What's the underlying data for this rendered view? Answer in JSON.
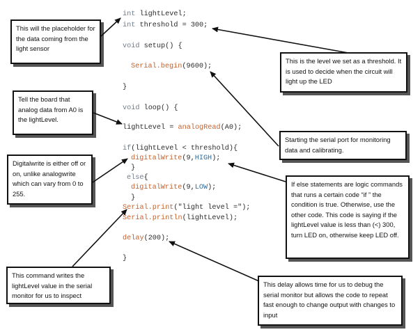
{
  "code": {
    "line_decl_light": {
      "type": "int",
      "rest": " lightLevel;"
    },
    "line_decl_threshold": {
      "type": "int",
      "rest": " threshold = 300;"
    },
    "line_setup": {
      "type": "void",
      "rest": " setup() {"
    },
    "line_serial_begin": {
      "fn": "Serial.begin",
      "rest": "(9600);"
    },
    "line_setup_close": "}",
    "line_loop": {
      "type": "void",
      "rest": " loop() {"
    },
    "line_analog": {
      "pre": "lightLevel = ",
      "fn": "analogRead",
      "rest": "(A0);"
    },
    "line_if": {
      "kw": "if",
      "rest": "(lightLevel < threshold){"
    },
    "line_dw_high": {
      "fn": "digitalWrite",
      "pre": "(9,",
      "const": "HIGH",
      "rest": ");"
    },
    "line_if_close": "}",
    "line_else": {
      "kw": "else",
      "rest": "{"
    },
    "line_dw_low": {
      "fn": "digitalWrite",
      "pre": "(9,",
      "const": "LOW",
      "rest": ");"
    },
    "line_else_close": "}",
    "line_print": {
      "fn": "Serial.print",
      "rest": "(\"light level =\");"
    },
    "line_println": {
      "fn": "Serial.println",
      "rest": "(lightLevel);"
    },
    "line_delay": {
      "fn": "delay",
      "rest": "(200);"
    },
    "line_loop_close": "}"
  },
  "notes": {
    "placeholder": "This will the placeholder for the  data coming from the light sensor",
    "threshold": "This is the level we set as a threshold. It is used to decide when the circuit will light up the LED",
    "analog": "Tell the board that analog data from A0 is the lightLevel.",
    "serial_port": "Starting the serial port for monitoring data and calibrating.",
    "digitalwrite": "Digitalwrite is either off or on, unlike analogwrite which can vary from 0 to 255.",
    "ifelse": "If else statements are logic commands that runs a certain code “if ” the condition is true. Otherwise, use the other code. This code is saying if the lightLevel value is less than (<) 300, turn LED on, otherwise keep LED off.",
    "serial_print": "This command writes the lightLevel value in the serial monitor for us to inspect",
    "delay": "This delay allows time for us to debug the serial monitor but allows the code to repeat fast enough to change output with changes to input"
  }
}
